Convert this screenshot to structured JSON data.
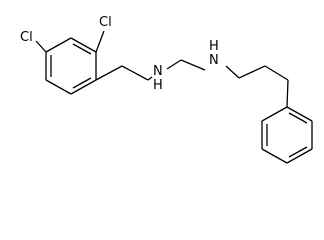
{
  "molecule": {
    "atoms": {
      "cl_top": "Cl",
      "cl_left": "Cl",
      "nh_left": "N",
      "h_left": "H",
      "nh_right": "N",
      "h_right": "H"
    },
    "colors": {
      "bond": "#000000",
      "label": "#000000",
      "background": "#ffffff"
    }
  }
}
